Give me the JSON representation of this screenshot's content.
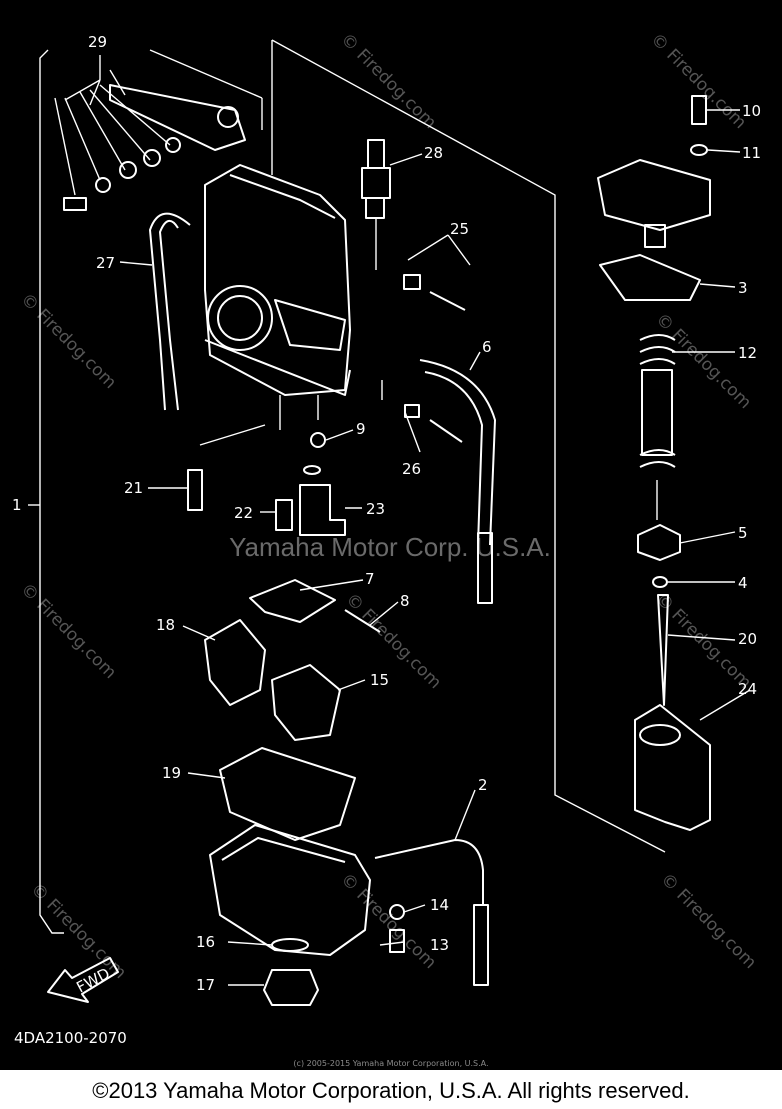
{
  "diagram_code": "4DA2100-2070",
  "watermark_center": "Yamaha Motor Corp. U.S.A.",
  "watermark_site": "© Firedog.com",
  "small_copyright": "(c) 2005-2015 Yamaha Motor Corporation, U.S.A.",
  "fwd_label": "FWD",
  "copyright": "©2013 Yamaha Motor Corporation, U.S.A. All rights reserved.",
  "callouts": [
    "1",
    "2",
    "3",
    "4",
    "5",
    "6",
    "7",
    "8",
    "9",
    "10",
    "11",
    "12",
    "13",
    "14",
    "15",
    "16",
    "17",
    "18",
    "19",
    "20",
    "21",
    "22",
    "23",
    "24",
    "25",
    "26",
    "27",
    "28",
    "29"
  ]
}
